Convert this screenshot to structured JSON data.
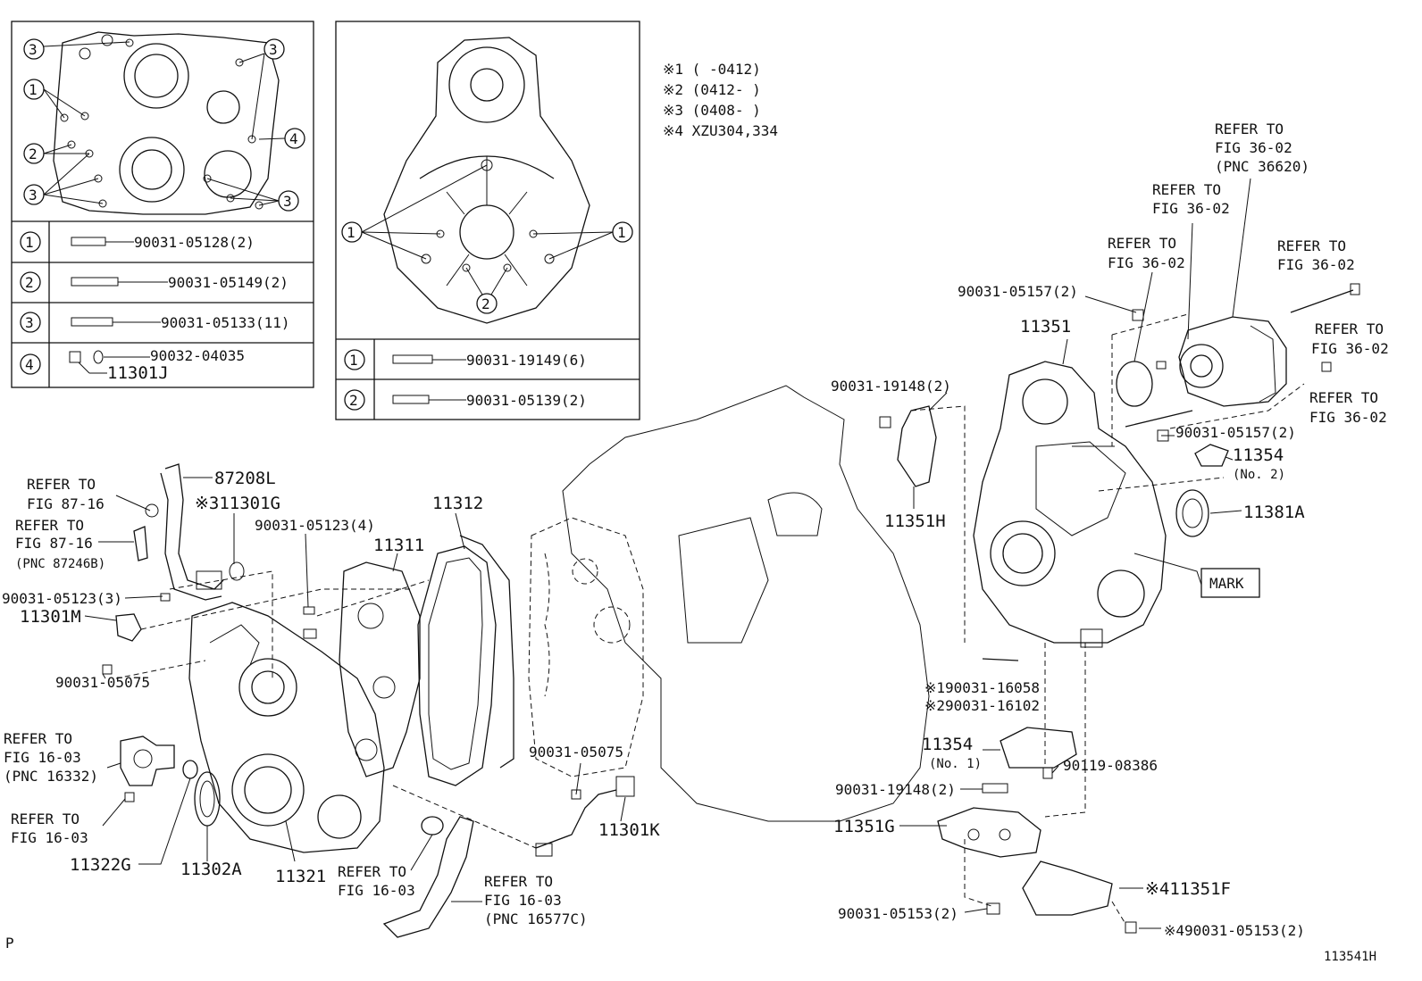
{
  "notes": {
    "n1": "※1 (     -0412)",
    "n2": "※2 (0412-     )",
    "n3": "※3 (0408-     )",
    "n4": "※4 XZU304,334"
  },
  "left_table": {
    "callouts": [
      "1",
      "2",
      "3",
      "4"
    ],
    "rows": [
      {
        "num": "1",
        "part": "90031-05128(2)"
      },
      {
        "num": "2",
        "part": "90031-05149(2)"
      },
      {
        "num": "3",
        "part": "90031-05133(11)"
      },
      {
        "num": "4",
        "part": "90032-04035",
        "part2": "11301J"
      }
    ]
  },
  "mid_table": {
    "callouts": [
      "1",
      "2"
    ],
    "rows": [
      {
        "num": "1",
        "part": "90031-19149(6)"
      },
      {
        "num": "2",
        "part": "90031-05139(2)"
      }
    ]
  },
  "labels": {
    "refer_87_16a": [
      "REFER TO",
      "FIG 87-16"
    ],
    "refer_87_16b": [
      "REFER TO",
      "FIG 87-16",
      "(PNC 87246B)"
    ],
    "p87208L": "87208L",
    "p11301G": "※311301G",
    "p90031_05123_4": "90031-05123(4)",
    "p11312": "11312",
    "p11311": "11311",
    "p90031_05123_3": "90031-05123(3)",
    "p11301M": "11301M",
    "p90031_05075a": "90031-05075",
    "refer_16_03a": [
      "REFER TO",
      "FIG 16-03",
      "(PNC 16332)"
    ],
    "refer_16_03b": [
      "REFER TO",
      "FIG 16-03"
    ],
    "p11322G": "11322G",
    "p11302A": "11302A",
    "p11321": "11321",
    "refer_16_03c": [
      "REFER TO",
      "FIG 16-03"
    ],
    "refer_16_03d": [
      "REFER TO",
      "FIG 16-03",
      "(PNC 16577C)"
    ],
    "p90031_05075b": "90031-05075",
    "p11301K": "11301K",
    "refer_36_02a": [
      "REFER TO",
      "FIG 36-02",
      "(PNC 36620)"
    ],
    "refer_36_02b": [
      "REFER TO",
      "FIG 36-02"
    ],
    "refer_36_02c": [
      "REFER TO",
      "FIG 36-02"
    ],
    "refer_36_02d": [
      "REFER TO",
      "FIG 36-02"
    ],
    "refer_36_02e": [
      "REFER TO",
      "FIG 36-02"
    ],
    "refer_36_02f": [
      "REFER TO",
      "FIG 36-02"
    ],
    "p90031_05157_2a": "90031-05157(2)",
    "p11351": "11351",
    "p90031_19148_2a": "90031-19148(2)",
    "p11351H": "11351H",
    "p90031_05157_2b": "90031-05157(2)",
    "p11354_no2": [
      "11354",
      "(No. 2)"
    ],
    "p11381A": "11381A",
    "mark": "MARK",
    "p190031_16058": "※190031-16058",
    "p290031_16102": "※290031-16102",
    "p11354_no1": [
      "11354",
      "(No. 1)"
    ],
    "p90119_08386": "90119-08386",
    "p90031_19148_2b": "90031-19148(2)",
    "p11351G": "11351G",
    "p11351F": "※411351F",
    "p90031_05153_2": "90031-05153(2)",
    "p490031_05153_2": "※490031-05153(2)"
  },
  "corner": {
    "left": "P",
    "right": "113541H"
  }
}
